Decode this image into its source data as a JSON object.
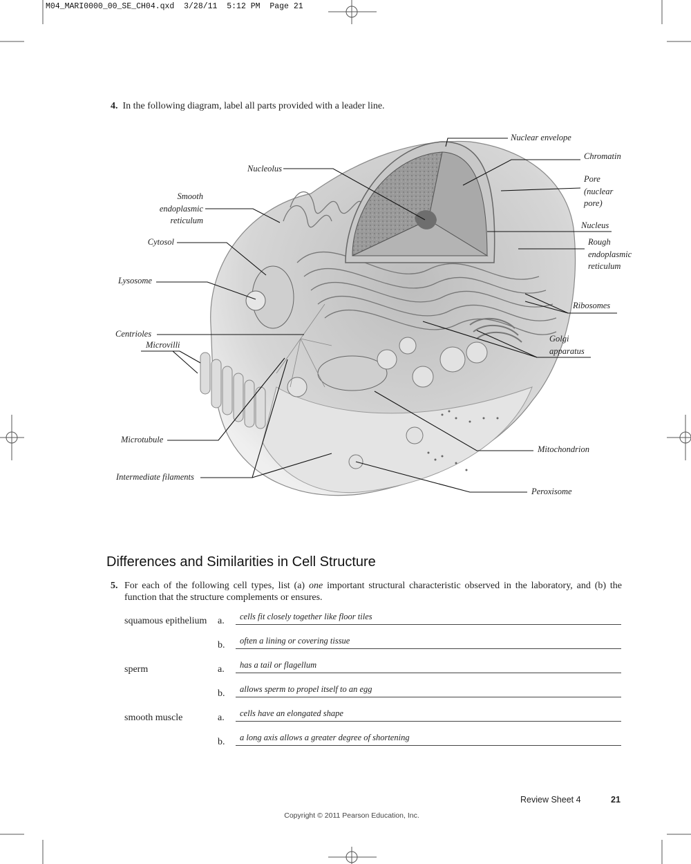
{
  "slug": "M04_MARI0000_00_SE_CH04.qxd  3/28/11  5:12 PM  Page 21",
  "question4": {
    "number": "4.",
    "text": "In the following diagram, label all parts provided with a leader line."
  },
  "diagram_labels": {
    "nuclear_envelope": "Nuclear envelope",
    "chromatin": "Chromatin",
    "pore": "Pore (nuclear pore)",
    "pore_l1": "Pore",
    "pore_l2": "(nuclear",
    "pore_l3": "pore)",
    "nucleus": "Nucleus",
    "rough_er_l1": "Rough",
    "rough_er_l2": "endoplasmic",
    "rough_er_l3": "reticulum",
    "ribosomes": "Ribosomes",
    "golgi_l1": "Golgi",
    "golgi_l2": "apparatus",
    "mitochondrion": "Mitochondrion",
    "peroxisome": "Peroxisome",
    "nucleolus": "Nucleolus",
    "smooth_er_l1": "Smooth",
    "smooth_er_l2": "endoplasmic",
    "smooth_er_l3": "reticulum",
    "cytosol": "Cytosol",
    "lysosome": "Lysosome",
    "centrioles": "Centrioles",
    "microvilli": "Microvilli",
    "microtubule": "Microtubule",
    "intermediate_filaments": "Intermediate filaments"
  },
  "section_heading": "Differences and Similarities in Cell Structure",
  "question5": {
    "number": "5.",
    "text_before": "For each of the following cell types, list (a)",
    "text_em": "one",
    "text_after": "important structural characteristic observed in the laboratory, and (b) the function that the structure complements or ensures.",
    "rows": [
      {
        "cell": "squamous epithelium",
        "letter": "a.",
        "answer": "cells fit closely together like floor tiles"
      },
      {
        "cell": "",
        "letter": "b.",
        "answer": "often a lining or covering tissue"
      },
      {
        "cell": "sperm",
        "letter": "a.",
        "answer": "has a tail or flagellum"
      },
      {
        "cell": "",
        "letter": "b.",
        "answer": "allows sperm to propel itself to an egg"
      },
      {
        "cell": "smooth muscle",
        "letter": "a.",
        "answer": "cells have an elongated shape"
      },
      {
        "cell": "",
        "letter": "b.",
        "answer": "a long axis allows a greater degree of shortening"
      }
    ]
  },
  "footer": {
    "section": "Review Sheet 4",
    "page": "21",
    "copyright": "Copyright © 2011 Pearson Education, Inc."
  }
}
